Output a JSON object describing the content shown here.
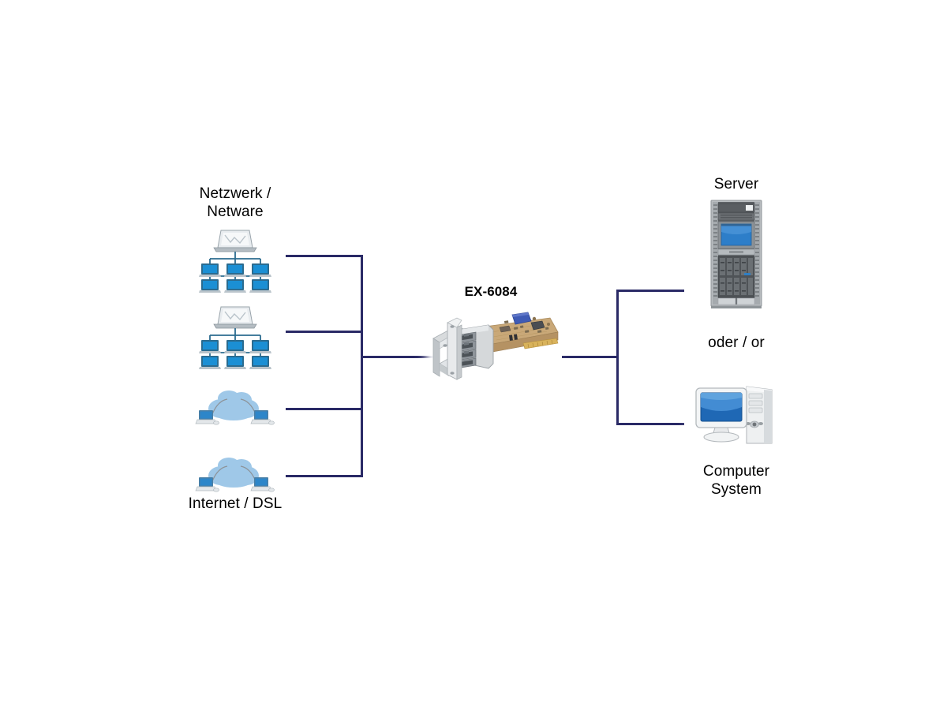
{
  "diagram": {
    "title": "EX-6084 network card connection diagram",
    "background_color": "#ffffff",
    "line_color": "#2a2a66",
    "nodes": {
      "network_label": "Netzwerk /\nNetware",
      "internet_label": "Internet / DSL",
      "card_label": "EX-6084",
      "server_label": "Server",
      "or_label": "oder / or",
      "computer_label": "Computer\nSystem"
    },
    "left_sources": [
      {
        "icon": "network-topology-icon",
        "label_ref": "network_label"
      },
      {
        "icon": "network-topology-icon",
        "label_ref": ""
      },
      {
        "icon": "internet-cloud-icon",
        "label_ref": ""
      },
      {
        "icon": "internet-cloud-icon",
        "label_ref": "internet_label"
      }
    ],
    "right_targets": [
      {
        "icon": "server-rack-icon",
        "label_ref": "server_label"
      },
      {
        "icon": "desktop-computer-icon",
        "label_ref": "computer_label"
      }
    ],
    "center_device": {
      "icon": "pcie-network-card-icon",
      "label_ref": "card_label",
      "ports": 4,
      "port_type": "RJ45"
    },
    "colors": {
      "wire": "#2a2a66",
      "icon_blue": "#1b7fc4",
      "cloud_blue": "#9fc8e8",
      "screen_blue": "#2d7ec9",
      "pcb_tan": "#c9a878",
      "bracket_silver": "#cfd2d4",
      "server_gray": "#6e7175",
      "text": "#000000"
    }
  }
}
